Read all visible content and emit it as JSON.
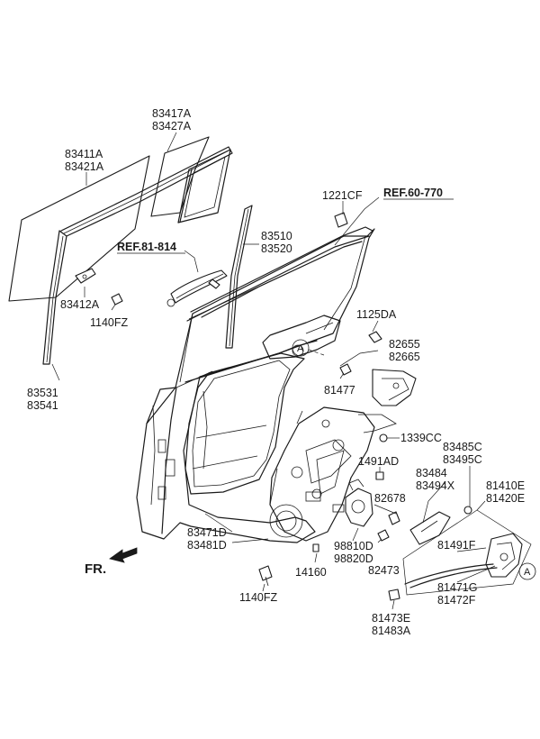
{
  "diagram": {
    "part_labels": [
      {
        "id": "p83417a",
        "lines": [
          "83417A",
          "83427A"
        ]
      },
      {
        "id": "p83411a",
        "lines": [
          "83411A",
          "83421A"
        ]
      },
      {
        "id": "p1221cf",
        "lines": [
          "1221CF"
        ]
      },
      {
        "id": "p83510",
        "lines": [
          "83510",
          "83520"
        ]
      },
      {
        "id": "p83412a",
        "lines": [
          "83412A"
        ]
      },
      {
        "id": "p1140fz-a",
        "lines": [
          "1140FZ"
        ]
      },
      {
        "id": "p1125da",
        "lines": [
          "1125DA"
        ]
      },
      {
        "id": "p82655",
        "lines": [
          "82655",
          "82665"
        ]
      },
      {
        "id": "p83531",
        "lines": [
          "83531",
          "83541"
        ]
      },
      {
        "id": "p81477",
        "lines": [
          "81477"
        ]
      },
      {
        "id": "p1339cc",
        "lines": [
          "1339CC"
        ]
      },
      {
        "id": "p83485c",
        "lines": [
          "83485C",
          "83495C"
        ]
      },
      {
        "id": "p1491ad",
        "lines": [
          "1491AD"
        ]
      },
      {
        "id": "p83484",
        "lines": [
          "83484",
          "83494X"
        ]
      },
      {
        "id": "p81410e",
        "lines": [
          "81410E",
          "81420E"
        ]
      },
      {
        "id": "p82678",
        "lines": [
          "82678"
        ]
      },
      {
        "id": "p83471d",
        "lines": [
          "83471D",
          "83481D"
        ]
      },
      {
        "id": "p98810d",
        "lines": [
          "98810D",
          "98820D"
        ]
      },
      {
        "id": "p82473",
        "lines": [
          "82473"
        ]
      },
      {
        "id": "p81491f",
        "lines": [
          "81491F"
        ]
      },
      {
        "id": "p14160",
        "lines": [
          "14160"
        ]
      },
      {
        "id": "p81471g",
        "lines": [
          "81471G",
          "81472F"
        ]
      },
      {
        "id": "p1140fz-b",
        "lines": [
          "1140FZ"
        ]
      },
      {
        "id": "p81473e",
        "lines": [
          "81473E",
          "81483A"
        ]
      }
    ],
    "references": [
      {
        "id": "ref60",
        "text": "REF.60-770"
      },
      {
        "id": "ref81",
        "text": "REF.81-814"
      }
    ],
    "callout_marker": "A",
    "direction_label": "FR."
  }
}
